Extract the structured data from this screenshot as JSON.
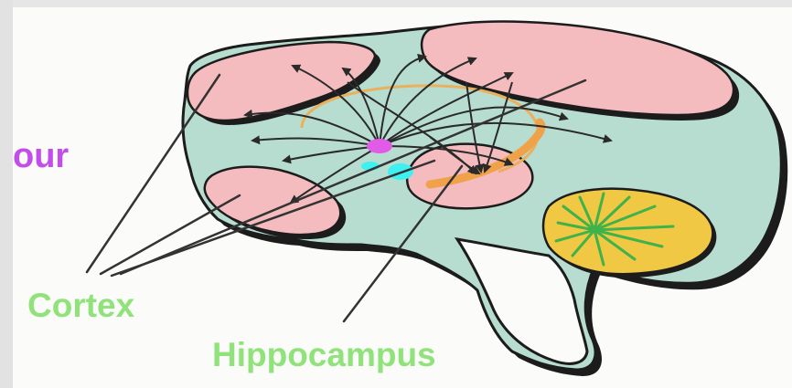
{
  "labels": {
    "partial_left": "our",
    "cortex": "Cortex",
    "hippocampus": "Hippocampus"
  },
  "colors": {
    "background": "#fbfbf9",
    "brain_fill": "#b7ddd0",
    "cortex_regions": "#f5bcc0",
    "cerebellum": "#f0c843",
    "cerebellum_tree": "#3fb24a",
    "fornix_arc": "#e9b15e",
    "hippocampus_band": "#f0a24a",
    "node_magenta": "#e25be8",
    "node_cyan": "#3ef0f0",
    "shadow": "#1c1c1c",
    "partial_text": "#c24dea",
    "label_text": "#8fe37a",
    "pointer_lines": "#333333"
  }
}
